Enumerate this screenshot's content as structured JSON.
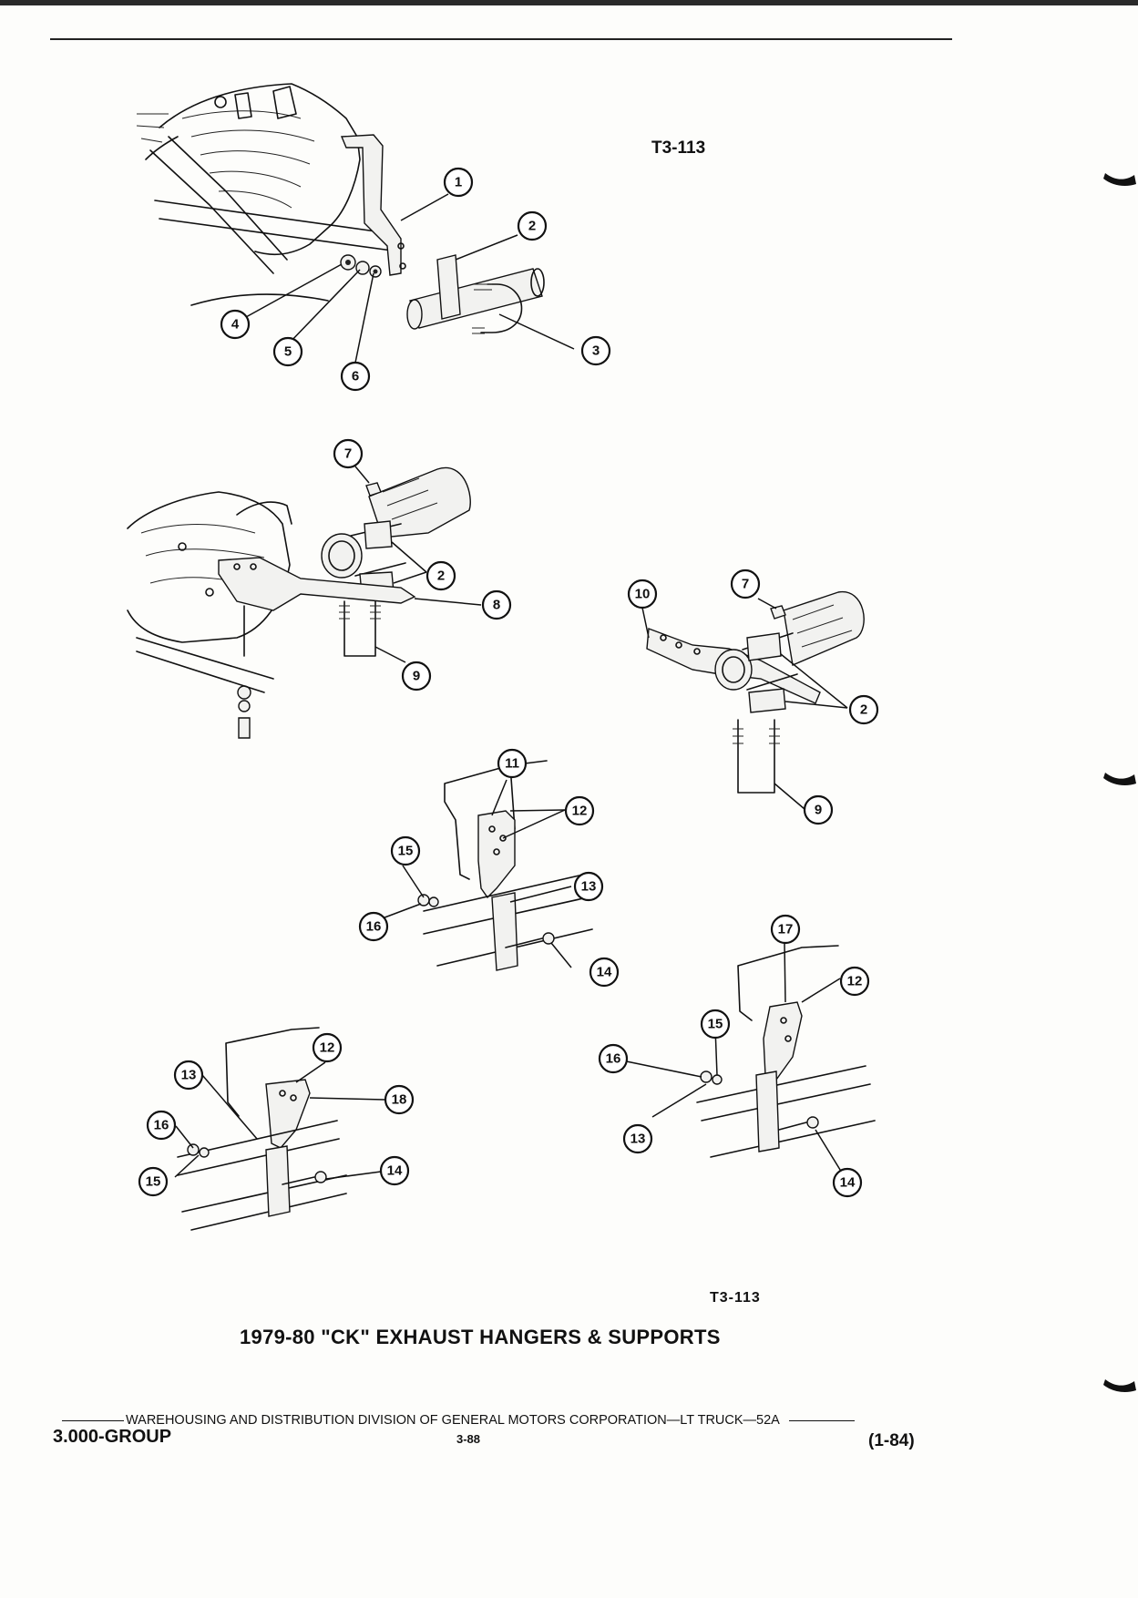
{
  "figure_code_top": "T3-113",
  "figure_code_bottom": "T3-113",
  "caption": "1979-80 \"CK\" EXHAUST HANGERS & SUPPORTS",
  "footer": {
    "publisher_line": "WAREHOUSING AND DISTRIBUTION  DIVISION OF GENERAL MOTORS CORPORATION—LT TRUCK—52A",
    "group": "3.000-GROUP",
    "page_number": "3-88",
    "date": "(1-84)"
  },
  "callouts": [
    "1",
    "2",
    "3",
    "4",
    "5",
    "6",
    "7",
    "8",
    "9",
    "10",
    "11",
    "12",
    "13",
    "14",
    "15",
    "16",
    "17",
    "18"
  ]
}
